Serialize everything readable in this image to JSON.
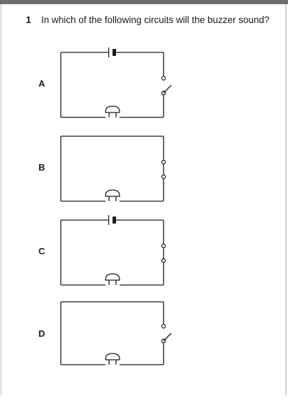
{
  "question": {
    "number": "1",
    "text": "In which of the following circuits will the buzzer sound?"
  },
  "options": [
    {
      "label": "A",
      "cell": "present",
      "switch": "open",
      "component": "buzzer-icon"
    },
    {
      "label": "B",
      "cell": "absent",
      "switch": "closed",
      "component": "buzzer-icon"
    },
    {
      "label": "C",
      "cell": "present",
      "switch": "closed",
      "component": "buzzer-icon"
    },
    {
      "label": "D",
      "cell": "absent",
      "switch": "open",
      "component": "buzzer-icon"
    }
  ],
  "colors": {
    "ink": "#1a1a1a",
    "top_bar": "#6e6e6e"
  }
}
